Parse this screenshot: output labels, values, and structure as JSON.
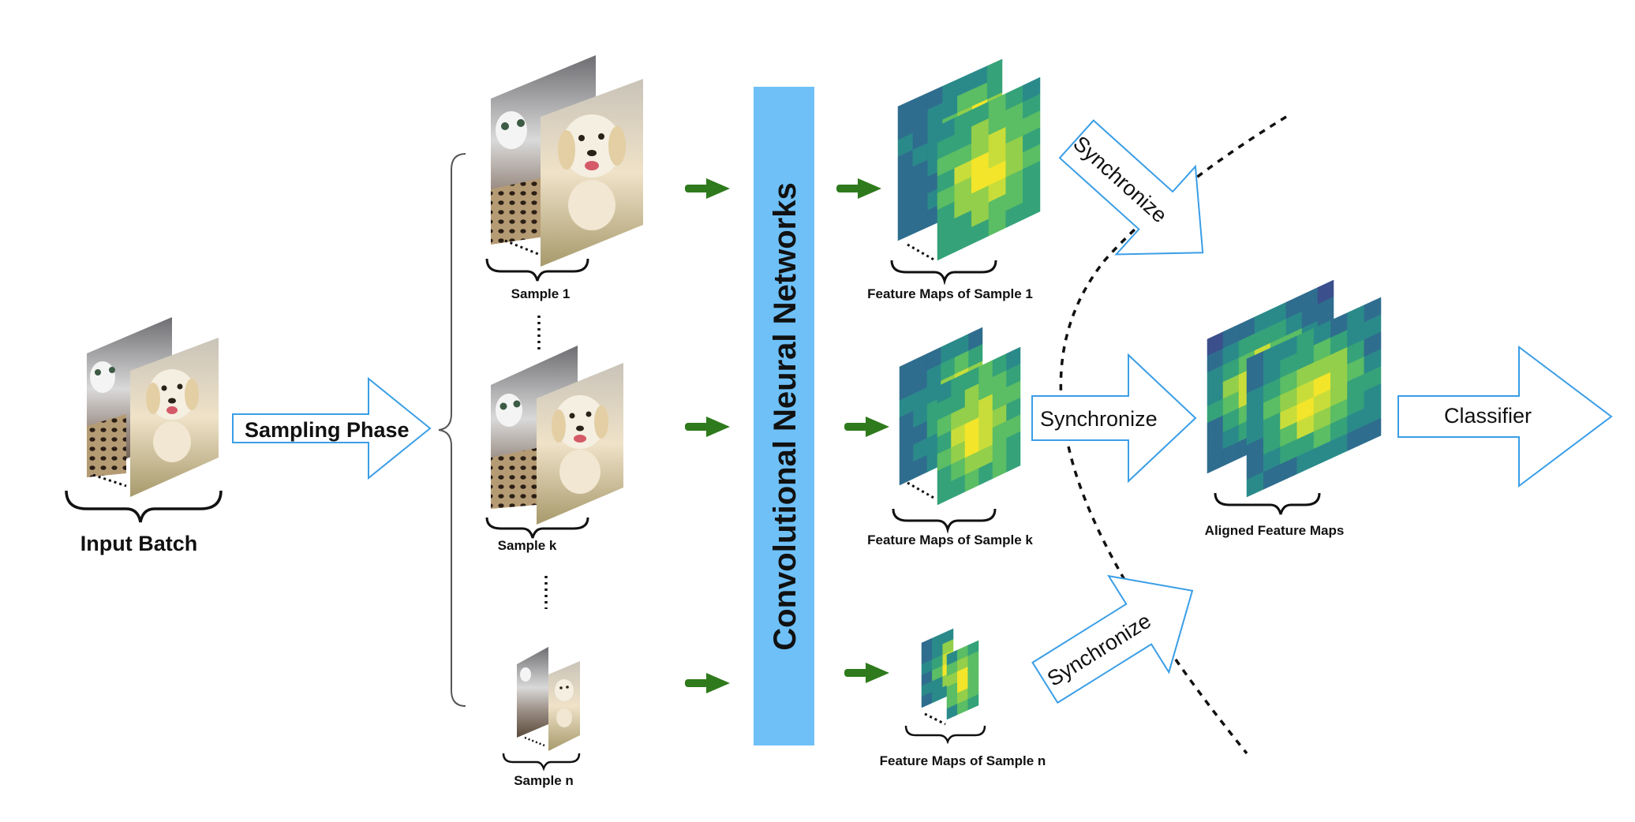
{
  "input": {
    "label": "Input Batch"
  },
  "sampling": {
    "label": "Sampling Phase"
  },
  "samples": [
    {
      "label": "Sample 1"
    },
    {
      "label": "Sample k"
    },
    {
      "label": "Sample n"
    }
  ],
  "cnn": {
    "label": "Convolutional Neural Networks",
    "color": "#6ec0f7"
  },
  "feature_maps": [
    {
      "label": "Feature Maps of Sample 1"
    },
    {
      "label": "Feature Maps of Sample k"
    },
    {
      "label": "Feature Maps of Sample n"
    }
  ],
  "synchronize": [
    {
      "label": "Synchronize"
    },
    {
      "label": "Synchronize"
    },
    {
      "label": "Synchronize"
    }
  ],
  "aligned": {
    "label": "Aligned Feature Maps"
  },
  "classifier": {
    "label": "Classifier"
  },
  "colors": {
    "arrow_green": "#2e7a1c",
    "outline_blue": "#3a9ee6"
  }
}
